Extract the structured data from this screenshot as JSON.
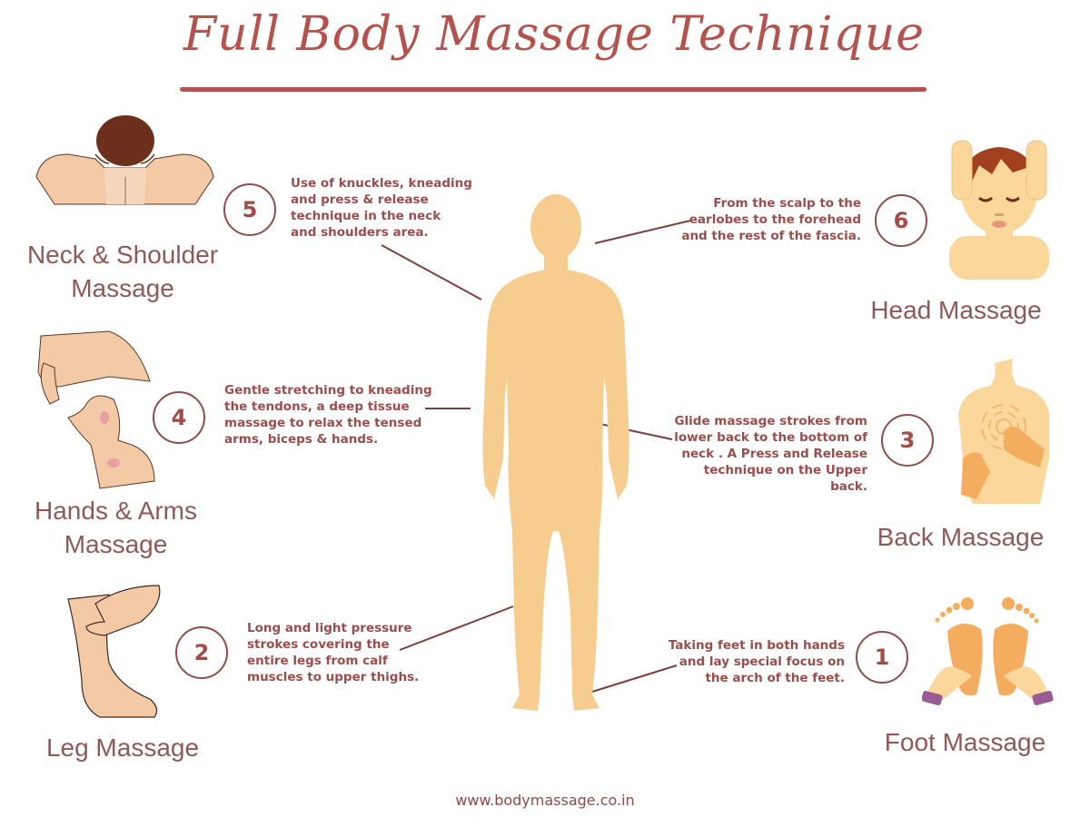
{
  "header": {
    "title": "Full Body Massage Technique",
    "accent_color": "#b4524d"
  },
  "sections": [
    {
      "number": "5",
      "label_line1": "Neck & Shoulder",
      "label_line2": "Massage",
      "description": "Use of knuckles, kneading\nand press & release\ntechnique in the neck\nand shoulders area.",
      "icon": "neck-shoulder-massage-illustration"
    },
    {
      "number": "6",
      "label_line1": "Head Massage",
      "label_line2": "",
      "description": "From the scalp to the\nearlobes to the forehead\nand the rest of the fascia.",
      "icon": "head-massage-illustration"
    },
    {
      "number": "4",
      "label_line1": "Hands & Arms",
      "label_line2": "Massage",
      "description": "Gentle stretching to kneading\nthe tendons, a deep tissue\nmassage to relax the tensed\narms, biceps & hands.",
      "icon": "hands-arms-massage-illustration"
    },
    {
      "number": "3",
      "label_line1": "Back Massage",
      "label_line2": "",
      "description": "Glide massage strokes from\nlower back to the bottom of\nneck . A Press and Release\ntechnique on the Upper back.",
      "icon": "back-massage-illustration"
    },
    {
      "number": "2",
      "label_line1": "Leg Massage",
      "label_line2": "",
      "description": "Long and light pressure\nstrokes covering the\nentire legs from calf\nmuscles to upper thighs.",
      "icon": "leg-massage-illustration"
    },
    {
      "number": "1",
      "label_line1": "Foot Massage",
      "label_line2": "",
      "description": "Taking feet in both hands\nand lay special focus on\nthe arch of the feet.",
      "icon": "foot-massage-illustration"
    }
  ],
  "center_figure": "human-body-silhouette",
  "colors": {
    "skin_silhouette": "#f7cd8f",
    "skin_illustration": "#f3c9a6",
    "hair": "#7a3a22",
    "hand_orange": "#f4ad5e",
    "sleeve_purple": "#9a5a93",
    "text": "#9a4e4b",
    "connector_line": "#7d3f3e"
  },
  "footer": {
    "url": "www.bodymassage.co.in"
  }
}
